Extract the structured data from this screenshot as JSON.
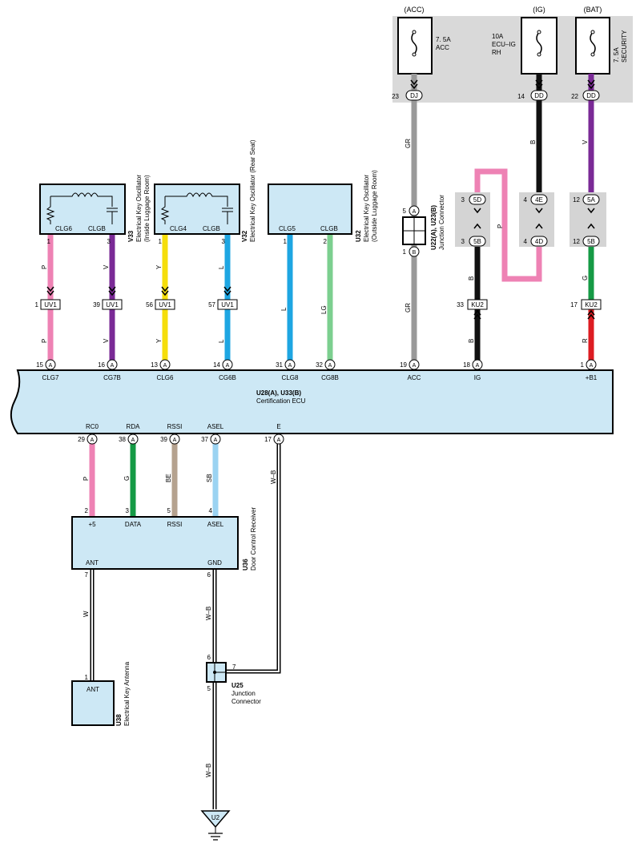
{
  "fuses": [
    {
      "source": "(ACC)",
      "line1": "7. 5A",
      "line2": "ACC",
      "line3": "",
      "pin": "23",
      "conn": "DJ"
    },
    {
      "source": "(IG)",
      "line1": "10A",
      "line2": "ECU–IG",
      "line3": "RH",
      "pin": "14",
      "conn": "DD"
    },
    {
      "source": "(BAT)",
      "line1": "7. 5A",
      "line2": "SECURITY",
      "line3": "",
      "pin": "22",
      "conn": "DD"
    }
  ],
  "components": {
    "v33": {
      "id": "V33",
      "name": "Electrical Key Oscillator",
      "sub": "(Inside Luggage Room)",
      "pins": [
        {
          "num": "1",
          "label": "CLG6"
        },
        {
          "num": "3",
          "label": "CLGB"
        }
      ]
    },
    "v32": {
      "id": "V32",
      "name": "Electrical Key Oscillator (Rear Seat)",
      "sub": "",
      "pins": [
        {
          "num": "1",
          "label": "CLG4"
        },
        {
          "num": "3",
          "label": "CLGB"
        }
      ]
    },
    "u32": {
      "id": "U32",
      "name": "Electrical Key Oscillator",
      "sub": "(Outside Luggage Room)",
      "pins": [
        {
          "num": "1",
          "label": "CLG5"
        },
        {
          "num": "2",
          "label": "CLGB"
        }
      ]
    },
    "u22": {
      "id": "U22(A), U23(B)",
      "name": "Junction Connector",
      "pin_top": "5",
      "pin_top_conn": "A",
      "pin_bot": "1",
      "pin_bot_conn": "B"
    },
    "ecu": {
      "id": "U28(A), U33(B)",
      "name": "Certification ECU",
      "top_pins": [
        {
          "num": "15",
          "conn": "A",
          "label": "CLG7"
        },
        {
          "num": "16",
          "conn": "A",
          "label": "CG7B"
        },
        {
          "num": "13",
          "conn": "A",
          "label": "CLG6"
        },
        {
          "num": "14",
          "conn": "A",
          "label": "CG6B"
        },
        {
          "num": "31",
          "conn": "A",
          "label": "CLG8"
        },
        {
          "num": "32",
          "conn": "A",
          "label": "CG8B"
        },
        {
          "num": "19",
          "conn": "A",
          "label": "ACC"
        },
        {
          "num": "18",
          "conn": "A",
          "label": "IG"
        },
        {
          "num": "1",
          "conn": "A",
          "label": "+B1"
        }
      ],
      "bottom_pins": [
        {
          "num": "29",
          "conn": "A",
          "label": "RC0"
        },
        {
          "num": "38",
          "conn": "A",
          "label": "RDA"
        },
        {
          "num": "39",
          "conn": "A",
          "label": "RSSI"
        },
        {
          "num": "37",
          "conn": "A",
          "label": "ASEL"
        },
        {
          "num": "17",
          "conn": "A",
          "label": "E"
        }
      ]
    },
    "u36": {
      "id": "U36",
      "name": "Door Control Receiver",
      "top_pins": [
        {
          "num": "2",
          "label": "+5"
        },
        {
          "num": "3",
          "label": "DATA"
        },
        {
          "num": "5",
          "label": "RSSI"
        },
        {
          "num": "4",
          "label": "ASEL"
        }
      ],
      "bot_pins": [
        {
          "num": "7",
          "label": "ANT"
        },
        {
          "num": "6",
          "label": "GND"
        }
      ]
    },
    "u38": {
      "id": "U38",
      "name": "Electrical Key Antenna",
      "pin": "1",
      "label": "ANT"
    },
    "u25": {
      "id": "U25",
      "name1": "Junction",
      "name2": "Connector",
      "pin_top": "6",
      "pin_right": "7",
      "pin_bot": "5"
    },
    "ground": {
      "label": "U2"
    }
  },
  "inline": [
    {
      "num": "1",
      "conn": "UV1"
    },
    {
      "num": "39",
      "conn": "UV1"
    },
    {
      "num": "56",
      "conn": "UV1"
    },
    {
      "num": "57",
      "conn": "UV1"
    },
    {
      "num": "33",
      "conn": "KU2"
    },
    {
      "num": "17",
      "conn": "KU2"
    }
  ],
  "junctions": [
    {
      "top_num": "3",
      "top_conn": "5D",
      "bot_num": "3",
      "bot_conn": "5B"
    },
    {
      "top_num": "4",
      "top_conn": "4E",
      "bot_num": "4",
      "bot_conn": "4D"
    },
    {
      "top_num": "12",
      "top_conn": "5A",
      "bot_num": "12",
      "bot_conn": "5B"
    }
  ],
  "wires": [
    {
      "code": "P",
      "color": "#ee82b4"
    },
    {
      "code": "V",
      "color": "#7a2a96"
    },
    {
      "code": "Y",
      "color": "#f5de0a"
    },
    {
      "code": "L",
      "color": "#1ea6e2"
    },
    {
      "code": "LG",
      "color": "#7ccf8f"
    },
    {
      "code": "GR",
      "color": "#999999"
    },
    {
      "code": "B",
      "color": "#111111"
    },
    {
      "code": "G",
      "color": "#159a45"
    },
    {
      "code": "R",
      "color": "#dd1c22"
    },
    {
      "code": "BE",
      "color": "#b5a28f"
    },
    {
      "code": "SB",
      "color": "#9bd3f2"
    },
    {
      "code": "W",
      "color": "#ffffff"
    },
    {
      "code": "W–B",
      "color": "#ffffff"
    }
  ],
  "colors": {
    "box_fill": "#cde8f5",
    "fuse_panel": "#d9d9d9",
    "junction_fill": "#d4d4d4"
  }
}
